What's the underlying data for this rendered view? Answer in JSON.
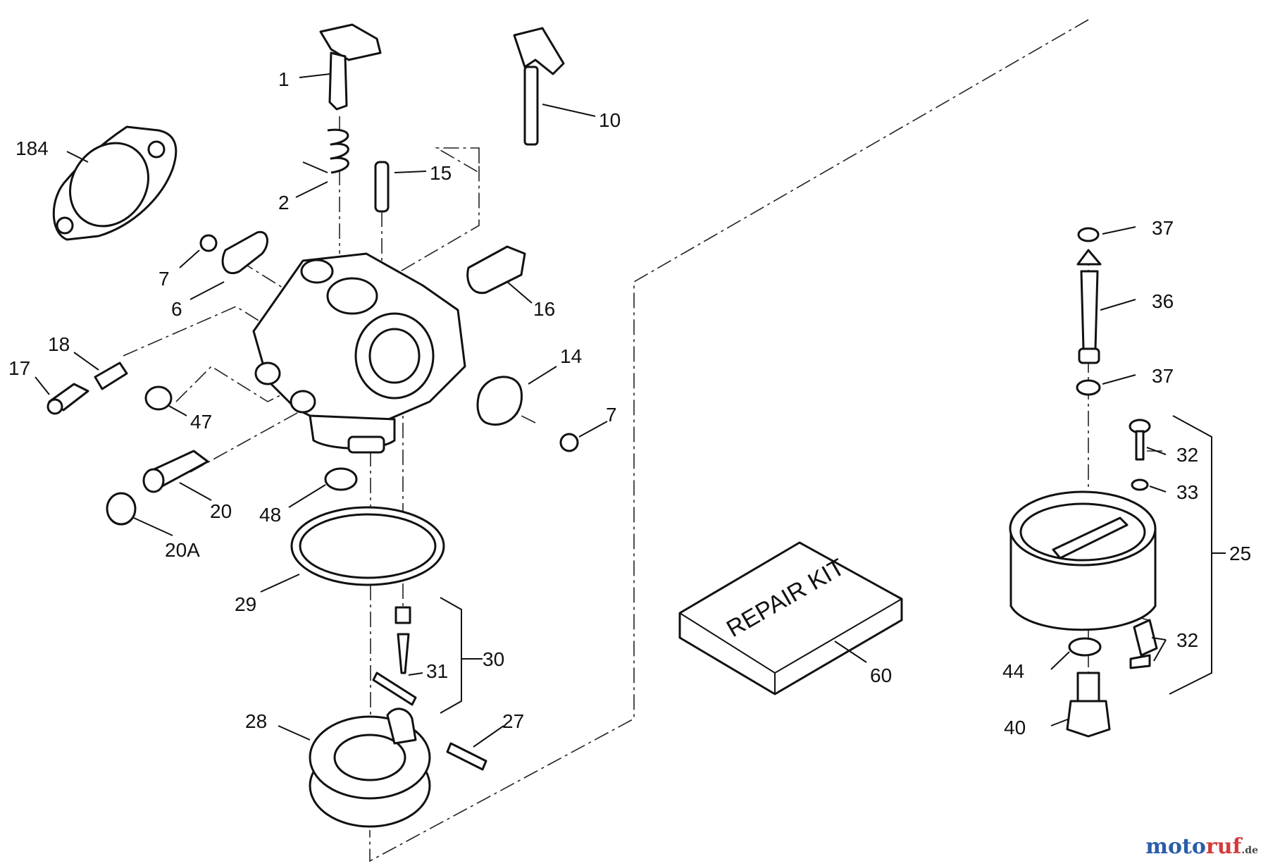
{
  "callouts": [
    "1",
    "2",
    "6",
    "7",
    "10",
    "14",
    "15",
    "16",
    "17",
    "18",
    "184",
    "20",
    "20A",
    "25",
    "27",
    "28",
    "29",
    "30",
    "31",
    "32",
    "33",
    "36",
    "37",
    "40",
    "44",
    "47",
    "48",
    "60"
  ],
  "kit_text": "REPAIR KIT",
  "watermark": {
    "brand_a": "moto",
    "brand_b": "ruf",
    "suffix": ".de"
  }
}
